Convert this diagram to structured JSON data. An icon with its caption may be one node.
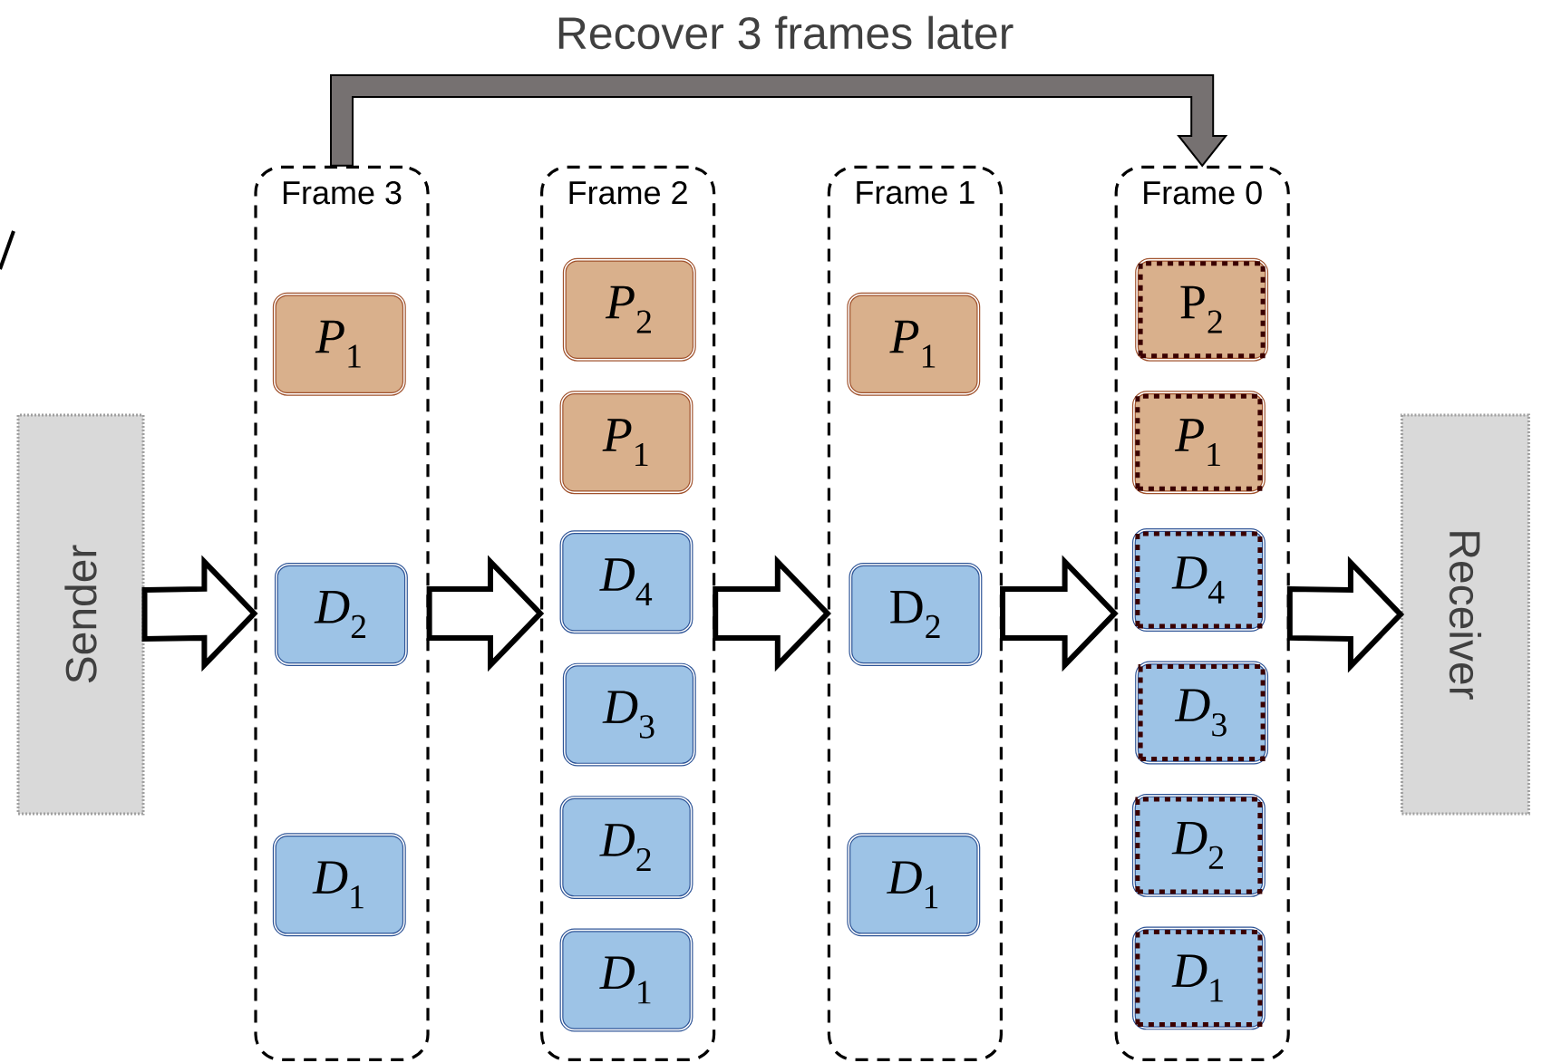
{
  "diagram": {
    "nodes": [
      {
        "text": [
          "Sender"
        ]
      },
      {
        "text": [
          "Frame 3"
        ]
      },
      {
        "text": [
          "*P*$_{1}$"
        ],
        "in": 1
      },
      {
        "text": [
          "*D*$_{2}$"
        ],
        "in": 1
      },
      {
        "text": [
          "*D*$_{1}$"
        ],
        "in": 1
      },
      {
        "text": [
          "Frame 2"
        ]
      },
      {
        "text": [
          "*P*$_{2}$"
        ],
        "in": 5
      },
      {
        "text": [
          "*P*$_{1}$"
        ],
        "in": 5
      },
      {
        "text": [
          "*D*$_{4}$"
        ],
        "in": 5
      },
      {
        "text": [
          "*D*$_{3}$"
        ],
        "in": 5
      },
      {
        "text": [
          "*D*$_{2}$"
        ],
        "in": 5
      },
      {
        "text": [
          "*D*$_{1}$"
        ],
        "in": 5
      },
      {
        "text": [
          "Frame 1"
        ]
      },
      {
        "text": [
          "*P*$_{1}$"
        ],
        "in": 12
      },
      {
        "text": [
          "D$_{2}$"
        ],
        "in": 12
      },
      {
        "text": [
          "*D*$_{1}$"
        ],
        "in": 12
      },
      {
        "text": [
          "Frame 0"
        ]
      },
      {
        "text": [
          "P$_{2}$"
        ],
        "in": 16
      },
      {
        "text": [
          "*P*$_{1}$"
        ],
        "in": 16
      },
      {
        "text": [
          "*D*$_{4}$"
        ],
        "in": 16
      },
      {
        "text": [
          "*D*$_{3}$"
        ],
        "in": 16
      },
      {
        "text": [
          "*D*$_{2}$"
        ],
        "in": 16
      },
      {
        "text": [
          "*D*$_{1}$"
        ],
        "in": 16
      },
      {
        "text": [
          "Receiver"
        ]
      }
    ],
    "edges": [
      {
        "from": 0,
        "to": 1,
        "arrow": "to"
      },
      {
        "from": 1,
        "to": 5,
        "arrow": "to"
      },
      {
        "from": 5,
        "to": 12,
        "arrow": "to"
      },
      {
        "from": 12,
        "to": 16,
        "arrow": "to"
      },
      {
        "from": 16,
        "to": 23,
        "arrow": "to"
      },
      {
        "from": 1,
        "to": 16,
        "arrow": "to",
        "label": "Recover 3 frames later",
        "style": "thick",
        "color": "#767171"
      }
    ]
  }
}
